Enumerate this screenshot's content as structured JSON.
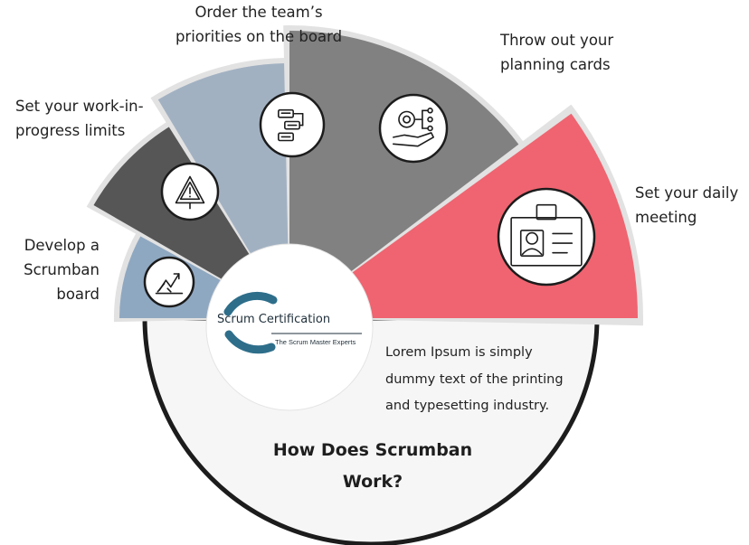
{
  "steps": [
    {
      "lines": [
        "Develop a",
        "Scrumban",
        "board"
      ],
      "icon": "chart-trend-icon",
      "color": "#8fa8c1"
    },
    {
      "lines": [
        "Set your work-in-",
        "progress limits"
      ],
      "icon": "warning-icon",
      "color": "#565656"
    },
    {
      "lines": [
        "Order the team’s",
        "priorities on the board"
      ],
      "icon": "flowchart-icon",
      "color": "#a2b1c2"
    },
    {
      "lines": [
        "Throw out your",
        "planning cards"
      ],
      "icon": "gear-hand-icon",
      "color": "#818181"
    },
    {
      "lines": [
        "Set your daily",
        "meeting"
      ],
      "icon": "id-badge-icon",
      "color": "#ef6470"
    }
  ],
  "logo": {
    "name": "Scrum Certification",
    "tagline": "The Scrum Master Experts"
  },
  "description": {
    "lines": [
      "Lorem Ipsum is simply",
      "dummy text of the printing",
      "and typesetting industry."
    ]
  },
  "heading": {
    "lines": [
      "How Does Scrumban",
      "Work?"
    ]
  }
}
